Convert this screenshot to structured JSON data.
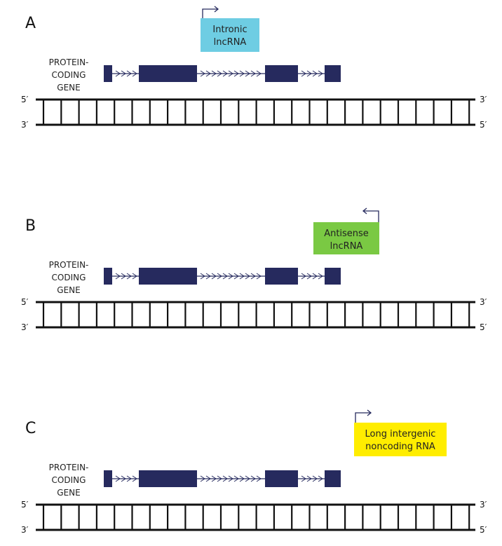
{
  "panels": [
    {
      "letter": "A",
      "lnc": {
        "lines": [
          "Intronic",
          "lncRNA"
        ],
        "color": "#6ecde3",
        "direction": "right"
      }
    },
    {
      "letter": "B",
      "lnc": {
        "lines": [
          "Antisense",
          "lncRNA"
        ],
        "color": "#7ac943",
        "direction": "left"
      }
    },
    {
      "letter": "C",
      "lnc": {
        "lines": [
          "Long intergenic",
          "noncoding RNA"
        ],
        "color": "#ffed00",
        "direction": "right"
      }
    }
  ],
  "gene_label": [
    "PROTEIN-",
    "CODING",
    "GENE"
  ],
  "strand_labels": {
    "top_left": "5′",
    "top_right": "3′",
    "bottom_left": "3′",
    "bottom_right": "5′"
  },
  "colors": {
    "exon": "#262a5e",
    "intron": "#262a5e",
    "dna": "#111111",
    "arrow": "#262a5e"
  }
}
